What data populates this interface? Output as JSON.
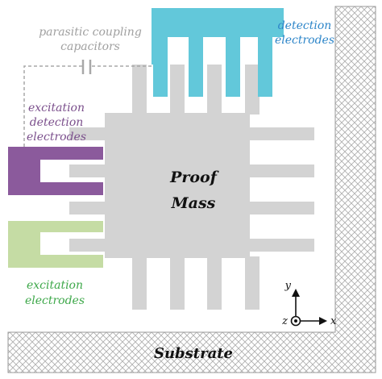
{
  "colors": {
    "proof_mass": "#d3d3d3",
    "detection_electrodes": "#62c8da",
    "excitation_detection_electrodes": "#8b5a9c",
    "excitation_electrodes": "#c5dca4",
    "substrate_hatch": "#b0b0b0",
    "wire": "#a8a8a8",
    "detection_label": "#2e86c9",
    "excitation_detection_label": "#7b4f8c",
    "excitation_label": "#3ea84a",
    "parasitic_label": "#a0a0a0",
    "text_dark": "#111111"
  },
  "labels": {
    "detection_line1": "detection",
    "detection_line2": "electrodes",
    "parasitic_line1": "parasitic coupling",
    "parasitic_line2": "capacitors",
    "exc_det_line1": "excitation",
    "exc_det_line2": "detection",
    "exc_det_line3": "electrodes",
    "excitation_line1": "excitation",
    "excitation_line2": "electrodes",
    "proof_line1": "Proof",
    "proof_line2": "Mass",
    "substrate": "Substrate",
    "axis_x": "x",
    "axis_y": "y",
    "axis_z": "z"
  }
}
